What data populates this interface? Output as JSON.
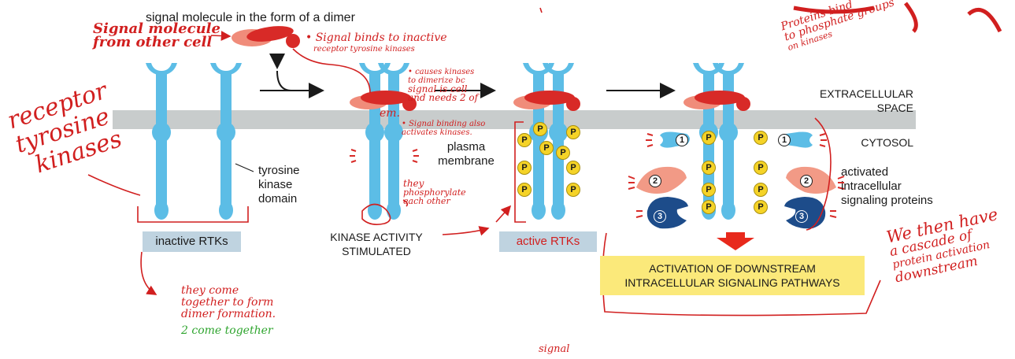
{
  "diagram": {
    "top_label": "signal molecule in the form of a dimer",
    "tyrosine_kinase_domain": [
      "tyrosine",
      "kinase",
      "domain"
    ],
    "plasma_membrane": [
      "plasma",
      "membrane"
    ],
    "extracellular_space": [
      "EXTRACELLULAR",
      "SPACE"
    ],
    "cytosol": "CYTOSOL",
    "activated_proteins": [
      "activated",
      "intracellular",
      "signaling proteins"
    ],
    "inactive_rtks": "inactive RTKs",
    "kinase_activity": [
      "KINASE ACTIVITY",
      "STIMULATED"
    ],
    "active_rtks": "active RTKs",
    "downstream": [
      "ACTIVATION OF DOWNSTREAM",
      "INTRACELLULAR SIGNALING PATHWAYS"
    ],
    "phosphate_label": "P",
    "protein_numbers": [
      "1",
      "2",
      "3"
    ]
  },
  "annotations": {
    "signal_molecule": [
      "Signal molecule",
      "from other cell"
    ],
    "signal_binds": [
      "• Signal binds to inactive",
      "receptor tyrosine kinases"
    ],
    "causes_kinases": [
      "• causes kinases",
      "to dimerize bc",
      "signal is cell",
      "and needs 2 of",
      "em."
    ],
    "signal_binding_also": [
      "• Signal binding also",
      "activates kinases."
    ],
    "receptor_tyrosine_kinases": [
      "receptor",
      "tyrosine",
      "kinases"
    ],
    "they_phosphorylate": [
      "they",
      "phosphorylate",
      "each other"
    ],
    "proteins_bind": [
      "Proteins bind",
      "to phosphate groups",
      "on kinases"
    ],
    "cascade": [
      "We then have",
      "a cascade of",
      "protein activation",
      "downstream"
    ],
    "come_together": [
      "they come",
      "together to form",
      "dimer formation."
    ],
    "two_come_together": "2 come together",
    "signal_bottom": "signal"
  },
  "colors": {
    "receptor": "#5cbde6",
    "membrane": "#c8cccc",
    "signal_dark": "#d82a27",
    "signal_light": "#f08c7a",
    "phosphate": "#f5d327",
    "protein_2": "#f29a86",
    "protein_3": "#1d4c8a",
    "arrow_red": "#e8291c",
    "ink_red": "#d11f1f",
    "ink_green": "#2fa52f",
    "gray_box": "#bfd3e0",
    "yellow_box": "#fbe97a"
  }
}
